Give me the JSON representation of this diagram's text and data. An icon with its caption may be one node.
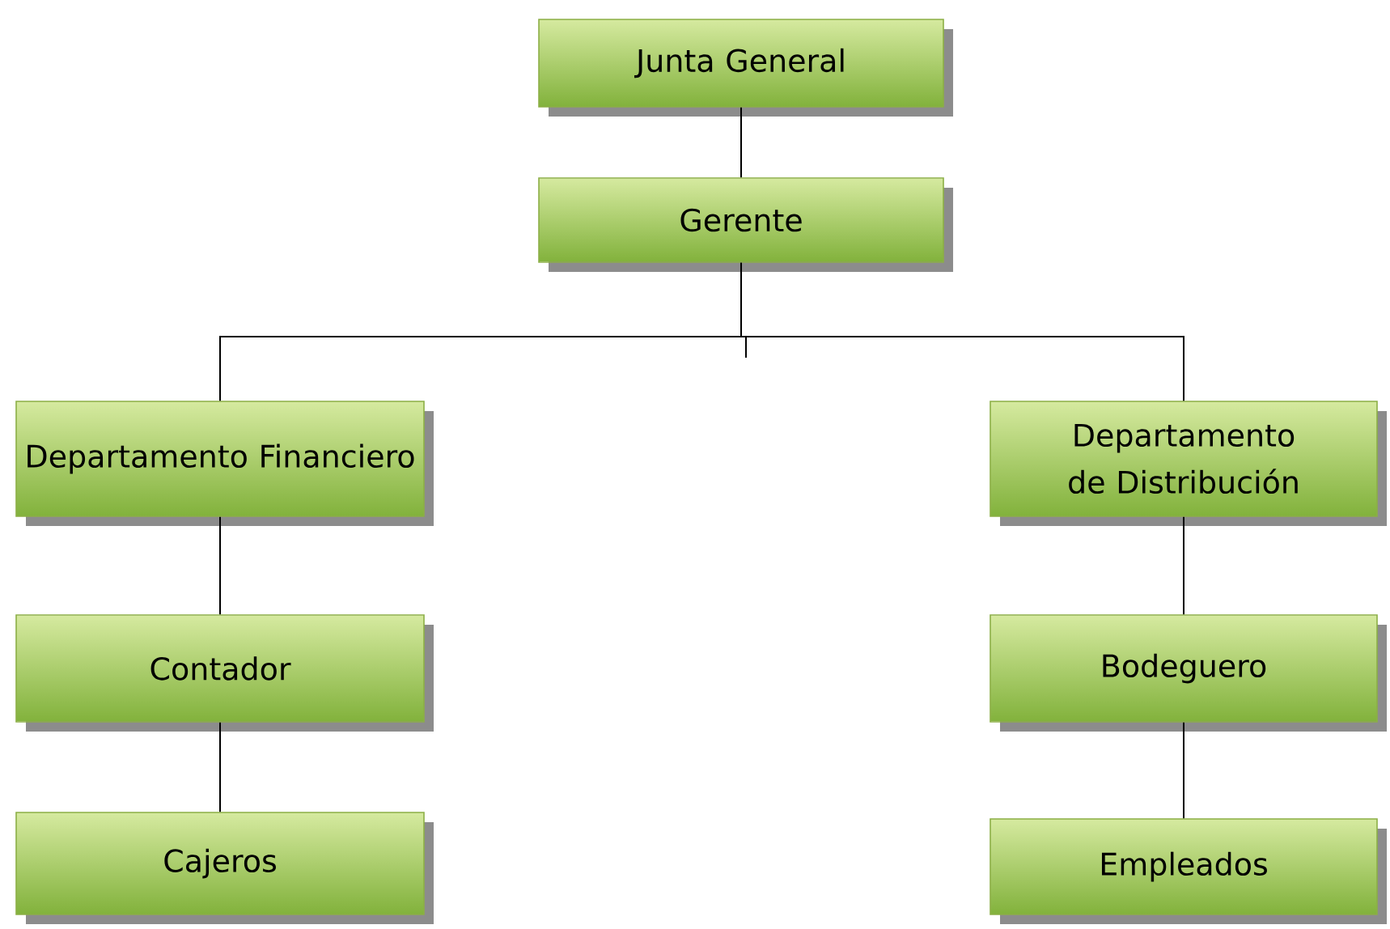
{
  "diagram": {
    "nodes": [
      {
        "text": [
          "Junta General"
        ]
      },
      {
        "text": [
          "Gerente"
        ]
      },
      {
        "text": [
          "Departamento Financiero"
        ]
      },
      {
        "text": [
          "Departamento de Distribución"
        ]
      },
      {
        "text": [
          "Contador"
        ]
      },
      {
        "text": [
          "Bodeguero"
        ]
      },
      {
        "text": [
          "Cajeros"
        ]
      },
      {
        "text": [
          "Empleados"
        ]
      }
    ],
    "edges": [
      {
        "from": 0,
        "to": 1,
        "arrow": "none"
      },
      {
        "from": 1,
        "to": 2,
        "arrow": "none"
      },
      {
        "from": 1,
        "to": 3,
        "arrow": "none"
      },
      {
        "from": 2,
        "to": 4,
        "arrow": "none"
      },
      {
        "from": 4,
        "to": 6,
        "arrow": "none"
      },
      {
        "from": 3,
        "to": 5,
        "arrow": "none"
      },
      {
        "from": 5,
        "to": 7,
        "arrow": "none"
      }
    ]
  }
}
